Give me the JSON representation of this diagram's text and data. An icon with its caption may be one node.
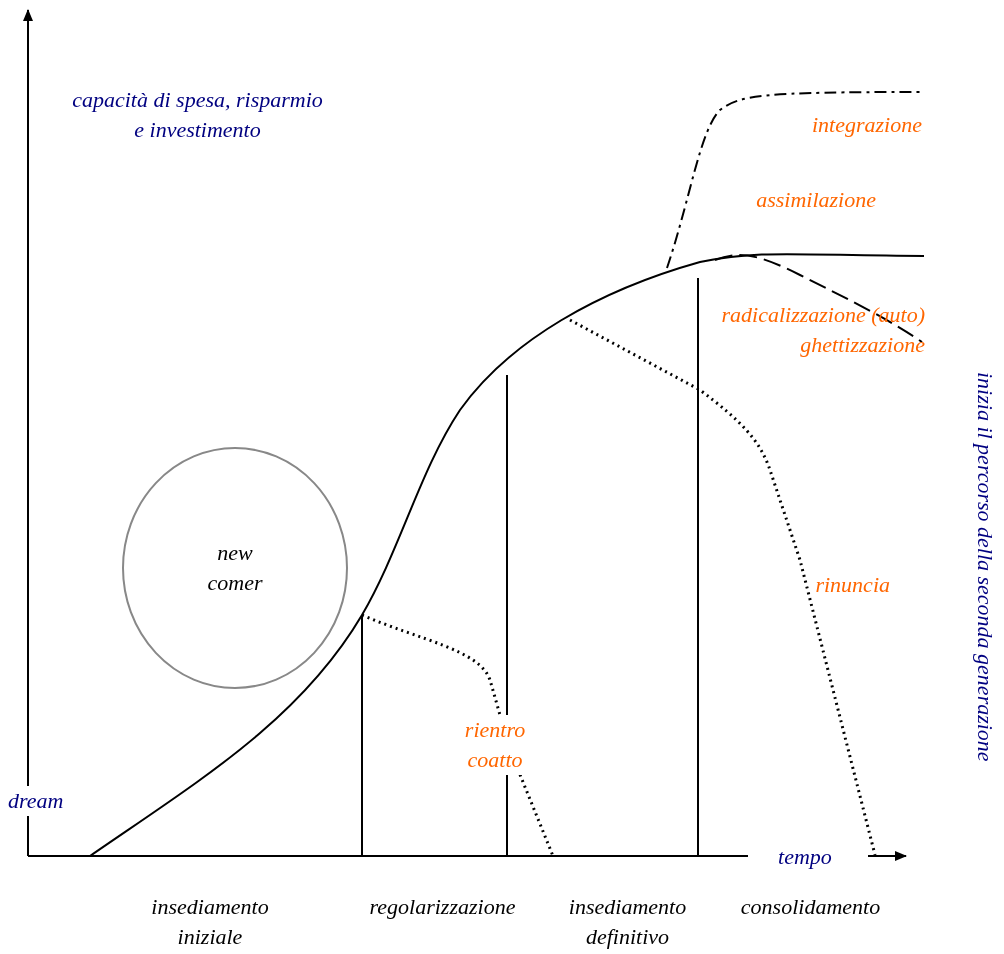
{
  "diagram": {
    "nodes": [
      {
        "text": [
          "new comer"
        ]
      }
    ],
    "labels": [
      "capacità di spesa, risparmio e investimento",
      "integrazione",
      "assimilazione",
      "radicalizzazione (auto) ghettizzazione",
      "inizia il percorso della seconda generazione",
      "rinuncia",
      "rientro coatto",
      "dream",
      "tempo",
      "insediamento iniziale",
      "regolarizzazione",
      "insediamento definitivo",
      "consolidamento"
    ]
  }
}
